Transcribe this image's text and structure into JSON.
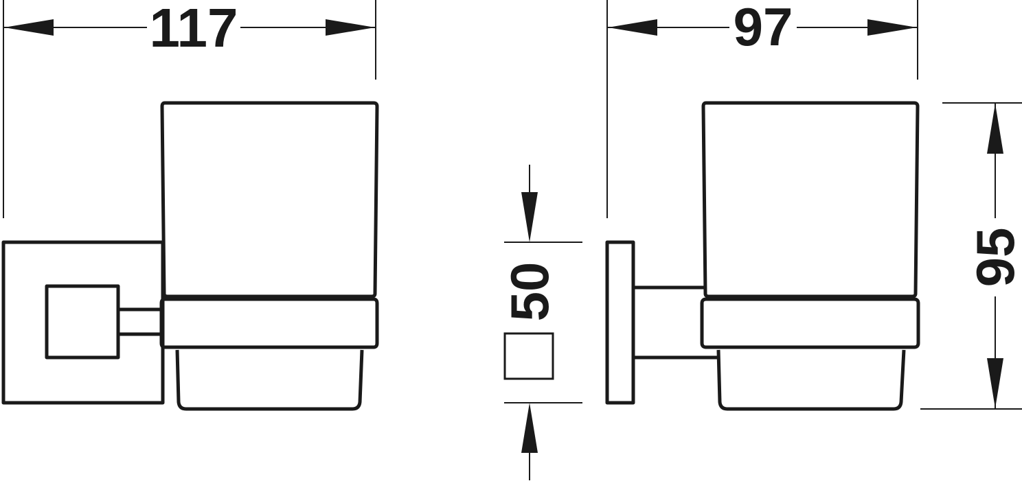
{
  "dimensions": {
    "front_width": "117",
    "side_depth": "97",
    "side_height": "95",
    "mount_square": "50"
  },
  "colors": {
    "ink": "#1a1a1a",
    "background": "#ffffff"
  },
  "icons": {
    "square_symbol": "square-outline-icon"
  }
}
